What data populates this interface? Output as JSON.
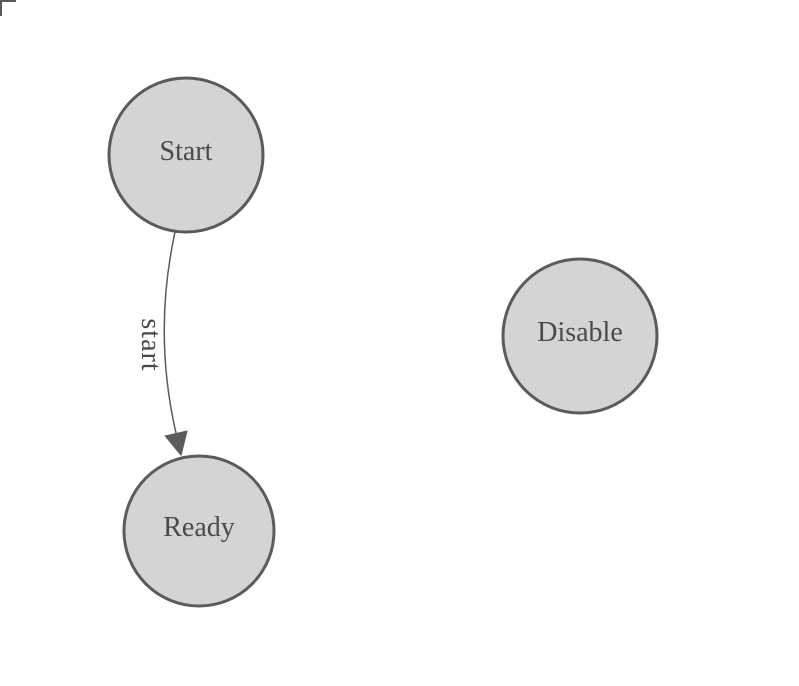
{
  "colors": {
    "node_fill": "#d4d4d4",
    "node_stroke": "#5b5b5b",
    "edge_color": "#5b5b5b",
    "label_color": "#4a4a4a",
    "corner_color": "#595959",
    "canvas_bg": "#ffffff"
  },
  "diagram": {
    "type": "finite-state-machine",
    "nodes": [
      {
        "id": "start",
        "label": "Start"
      },
      {
        "id": "ready",
        "label": "Ready"
      },
      {
        "id": "disable",
        "label": "Disable"
      }
    ],
    "edges": [
      {
        "from": "start",
        "to": "ready",
        "label": "start"
      }
    ]
  }
}
